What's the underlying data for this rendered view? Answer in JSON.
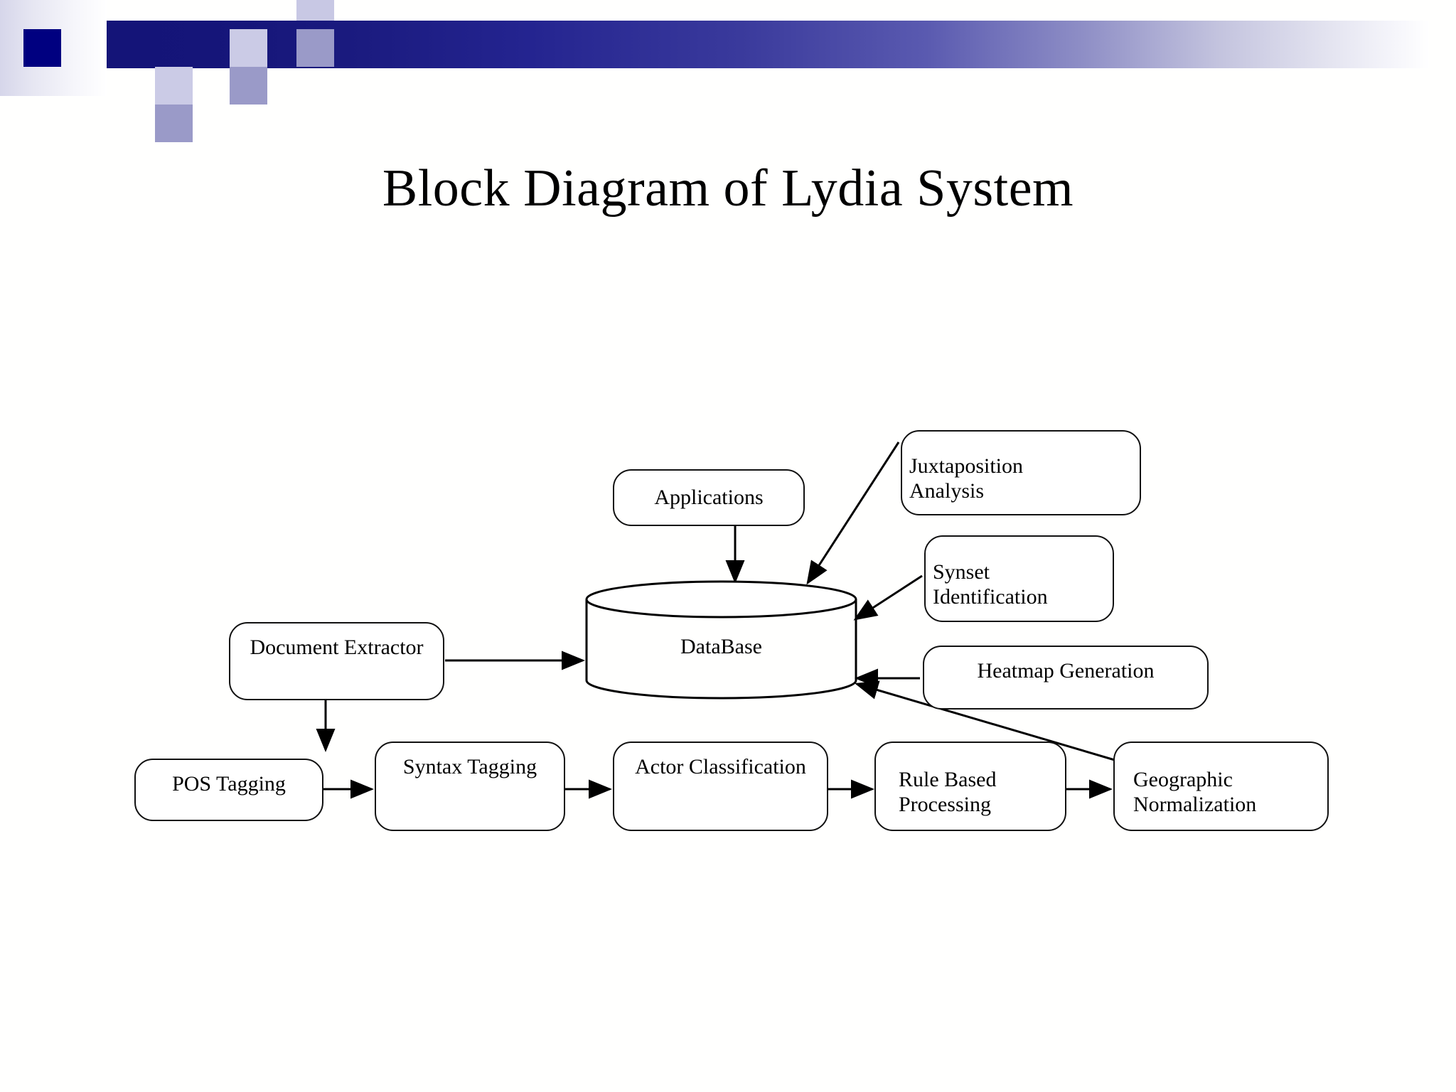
{
  "slide": {
    "title": "Block Diagram of Lydia System",
    "background_color": "#ffffff",
    "accent_color": "#141478"
  },
  "decor": {
    "band_label": "header-gradient-band",
    "squares": [
      {
        "name": "navy-square",
        "color": "#000080"
      },
      {
        "name": "light-square-a",
        "color": "#c8c8e4"
      },
      {
        "name": "light-square-b",
        "color": "#c8c8e4"
      },
      {
        "name": "light-square-c",
        "color": "#c8c8e4"
      },
      {
        "name": "mid-square-a",
        "color": "#9a9ac8"
      },
      {
        "name": "mid-square-b",
        "color": "#9a9ac8"
      },
      {
        "name": "mid-square-c",
        "color": "#9a9ac8"
      }
    ]
  },
  "diagram": {
    "type": "block-diagram",
    "nodes": [
      {
        "id": "applications",
        "label": "Applications",
        "shape": "rounded-rect"
      },
      {
        "id": "juxtaposition",
        "label": "Juxtaposition\nAnalysis",
        "line1": "Juxtaposition",
        "line2": "Analysis",
        "shape": "rounded-rect"
      },
      {
        "id": "synset",
        "label": "Synset\nIdentification",
        "line1": "Synset",
        "line2": "Identification",
        "shape": "rounded-rect"
      },
      {
        "id": "heatmap",
        "label": "Heatmap Generation",
        "shape": "rounded-rect"
      },
      {
        "id": "document",
        "label": "Document Extractor",
        "shape": "rounded-rect"
      },
      {
        "id": "database",
        "label": "DataBase",
        "shape": "cylinder"
      },
      {
        "id": "pos",
        "label": "POS Tagging",
        "shape": "rounded-rect"
      },
      {
        "id": "syntax",
        "label": "Syntax Tagging",
        "shape": "rounded-rect"
      },
      {
        "id": "actor",
        "label": "Actor Classification",
        "shape": "rounded-rect"
      },
      {
        "id": "rule",
        "label": "Rule Based\nProcessing",
        "line1": "Rule Based",
        "line2": "Processing",
        "shape": "rounded-rect"
      },
      {
        "id": "geographic",
        "label": "Geographic\nNormalization",
        "line1": "Geographic",
        "line2": "Normalization",
        "shape": "rounded-rect"
      }
    ],
    "edges": [
      {
        "from": "applications",
        "to": "database",
        "style": "arrow-down"
      },
      {
        "from": "juxtaposition",
        "to": "database",
        "style": "arrow-diagonal"
      },
      {
        "from": "synset",
        "to": "database",
        "style": "arrow-diagonal"
      },
      {
        "from": "heatmap",
        "to": "database",
        "style": "arrow-left"
      },
      {
        "from": "document",
        "to": "database",
        "style": "arrow-right"
      },
      {
        "from": "document",
        "to": "pos",
        "style": "arrow-down"
      },
      {
        "from": "pos",
        "to": "syntax",
        "style": "arrow-right"
      },
      {
        "from": "syntax",
        "to": "actor",
        "style": "arrow-right"
      },
      {
        "from": "actor",
        "to": "rule",
        "style": "arrow-right"
      },
      {
        "from": "rule",
        "to": "geographic",
        "style": "arrow-right"
      },
      {
        "from": "geographic",
        "to": "database",
        "style": "arrow-diagonal"
      }
    ]
  }
}
